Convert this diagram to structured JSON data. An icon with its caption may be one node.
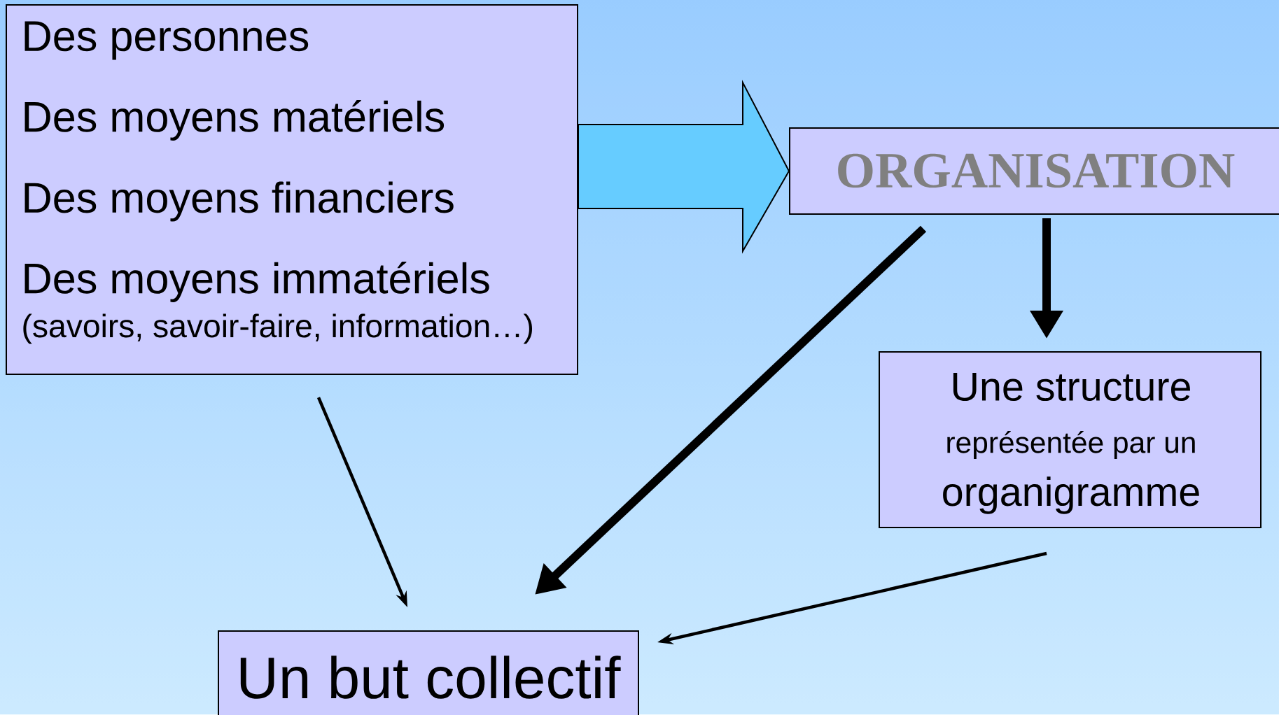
{
  "diagram": {
    "nodes": [
      {
        "text": [
          "Des personnes",
          "Des moyens matériels",
          "Des moyens financiers",
          "Des moyens immatériels",
          "(savoirs, savoir-faire, information…)"
        ]
      },
      {
        "text": [
          "ORGANISATION"
        ]
      },
      {
        "text": [
          "Une structure",
          "représentée par un",
          "organigramme"
        ]
      },
      {
        "text": [
          "Un but collectif"
        ]
      }
    ],
    "edges": [
      {
        "from": 0,
        "to": 1,
        "arrow": "to",
        "color": "#66ccff"
      },
      {
        "from": 0,
        "to": 3,
        "arrow": "to"
      },
      {
        "from": 1,
        "to": 3,
        "arrow": "to",
        "style": "thick"
      },
      {
        "from": 1,
        "to": 2,
        "arrow": "to",
        "style": "thick"
      },
      {
        "from": 2,
        "to": 3,
        "arrow": "to"
      }
    ]
  }
}
